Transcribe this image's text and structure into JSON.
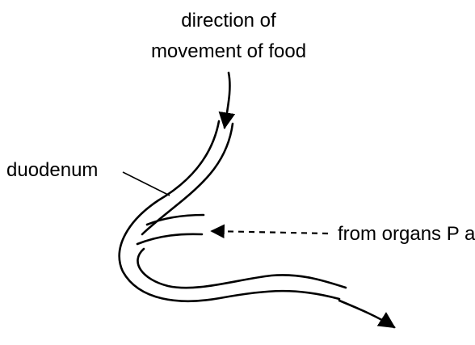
{
  "labels": {
    "direction_line1": "direction of",
    "direction_line2": "movement of food",
    "duodenum": "duodenum",
    "organs": "from organs P and Q"
  }
}
